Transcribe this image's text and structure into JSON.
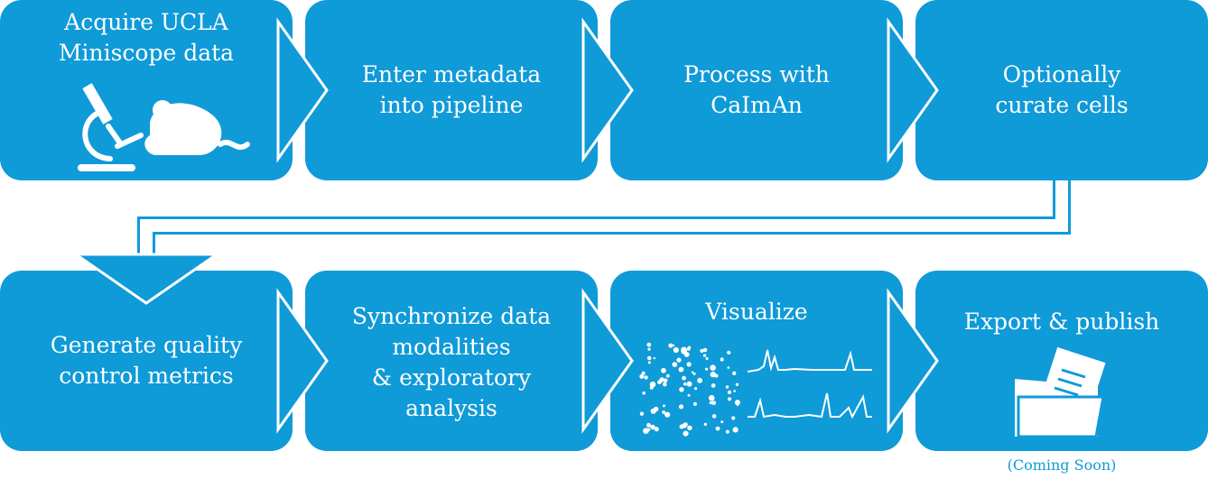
{
  "colors": {
    "box": "#0f9ad8",
    "background": "#ffffff"
  },
  "steps": [
    {
      "label": "Acquire UCLA\nMiniscope data",
      "icon": "microscope-mouse-icon"
    },
    {
      "label": "Enter metadata\ninto pipeline"
    },
    {
      "label": "Process with\nCaImAn"
    },
    {
      "label": "Optionally\ncurate cells"
    },
    {
      "label": "Generate quality\ncontrol metrics"
    },
    {
      "label": "Synchronize data\nmodalities\n& exploratory\nanalysis"
    },
    {
      "label": "Visualize",
      "icon": "cell-map-traces-icon"
    },
    {
      "label": "Export & publish",
      "icon": "folder-document-icon",
      "note": "(Coming Soon)"
    }
  ]
}
